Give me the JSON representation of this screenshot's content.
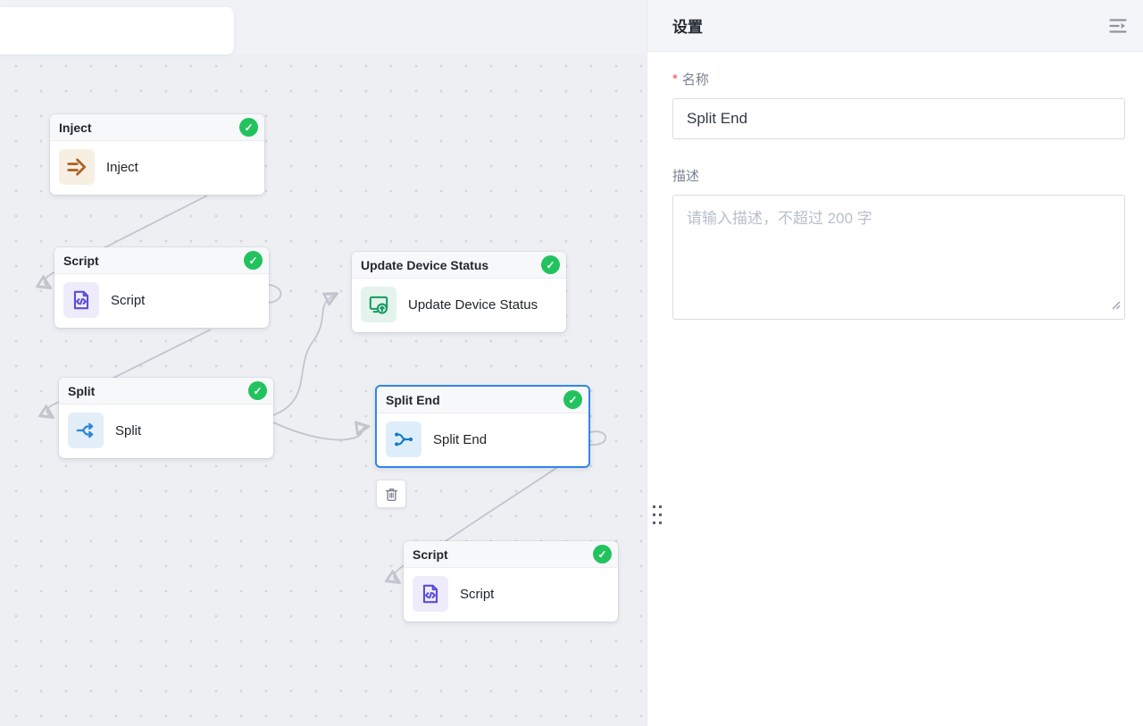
{
  "colors": {
    "status_success": "#22c35e",
    "selected_node_border": "#3186e8",
    "edge": "#c2c5cd",
    "inject_icon": "#b06327",
    "script_icon": "#5a4bdb",
    "device_status_icon": "#149a62",
    "split_icon": "#2b87d8",
    "split_end_icon": "#1779c4"
  },
  "canvas": {
    "check_glyph": "✓",
    "nodes": [
      {
        "title": "Inject",
        "label": "Inject",
        "icon": "inject-arrow-icon",
        "status": "success",
        "selected": false
      },
      {
        "title": "Script",
        "label": "Script",
        "icon": "script-code-file-icon",
        "status": "success",
        "selected": false
      },
      {
        "title": "Update Device Status",
        "label": "Update Device Status",
        "icon": "device-status-monitor-icon",
        "status": "success",
        "selected": false
      },
      {
        "title": "Split",
        "label": "Split",
        "icon": "split-branch-icon",
        "status": "success",
        "selected": false
      },
      {
        "title": "Split End",
        "label": "Split End",
        "icon": "split-end-merge-icon",
        "status": "success",
        "selected": true
      },
      {
        "title": "Script",
        "label": "Script",
        "icon": "script-code-file-icon",
        "status": "success",
        "selected": false
      }
    ]
  },
  "panel": {
    "title": "设置",
    "collapse_icon": "menu-unfold-icon",
    "form": {
      "name_required_mark": "*",
      "name_label": "名称",
      "name_value": "Split End",
      "desc_label": "描述",
      "desc_placeholder": "请输入描述，不超过 200 字"
    }
  }
}
